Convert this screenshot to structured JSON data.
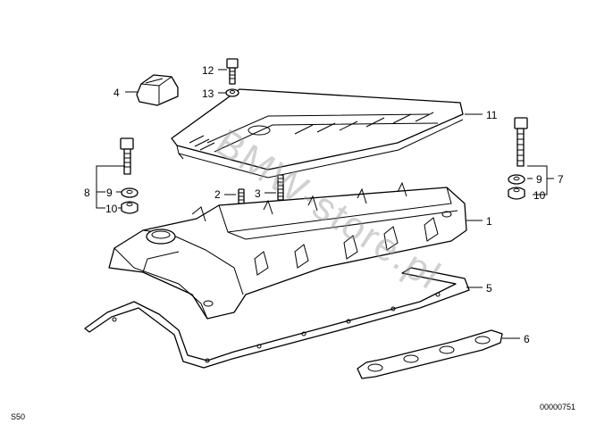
{
  "callouts": {
    "p1": "1",
    "p2": "2",
    "p3": "3",
    "p4": "4",
    "p5": "5",
    "p6": "6",
    "p7": "7",
    "p8": "8",
    "p9_left": "9",
    "p9_right": "9",
    "p10_left": "10",
    "p10_right": "10",
    "p11": "11",
    "p12": "12",
    "p13": "13"
  },
  "watermark": "BMW-store.pl",
  "footer": {
    "left": "S50",
    "right": "00000751"
  }
}
